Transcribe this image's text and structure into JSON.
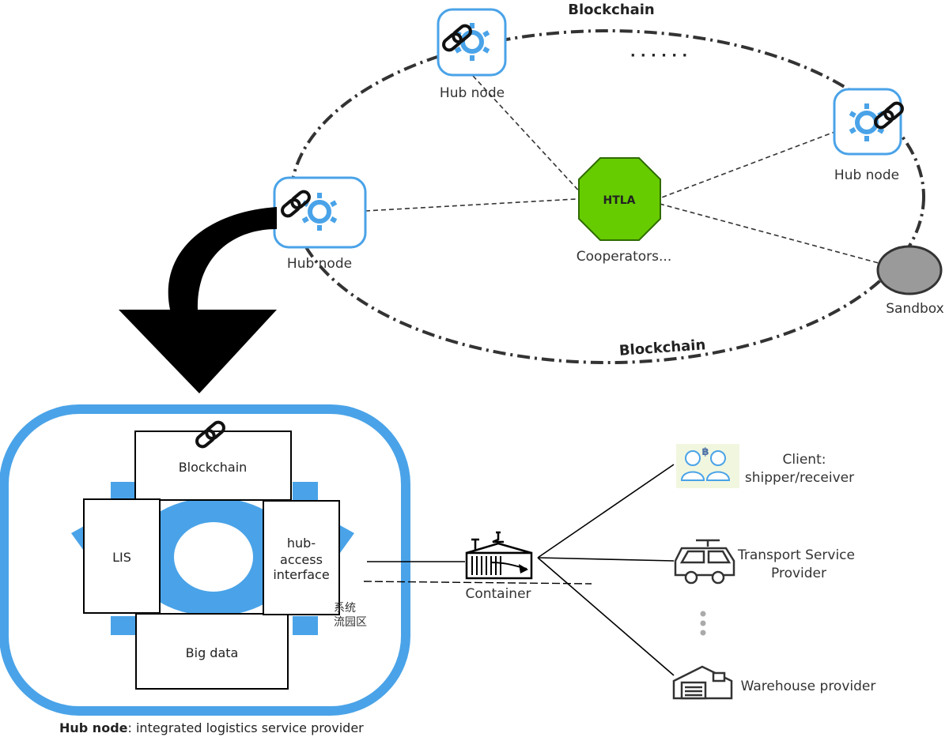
{
  "top": {
    "blockchain_label_top": "Blockchain",
    "blockchain_label_bottom": "Blockchain",
    "ellipsis": "· · · · · ·",
    "hub_nodes": [
      {
        "label": "Hub node"
      },
      {
        "label": "Hub node"
      },
      {
        "label": "Hub node"
      }
    ],
    "htla": {
      "label": "HTLA",
      "caption": "Cooperators..."
    },
    "sandbox": {
      "label": "Sandbox"
    }
  },
  "detail": {
    "blockchain_box": "Blockchain",
    "lis_box": "LIS",
    "hub_access_box": [
      "hub-",
      "access",
      "interface"
    ],
    "big_data_box": "Big data",
    "overlap_text": [
      "系统",
      "流园区"
    ]
  },
  "right": {
    "container": "Container",
    "client": [
      "Client:",
      "shipper/receiver"
    ],
    "transport": [
      "Transport Service",
      "Provider"
    ],
    "warehouse": "Warehouse provider"
  },
  "caption": {
    "bold": "Hub node",
    "rest": ": integrated logistics service provider"
  },
  "colors": {
    "hub_blue": "#4aa3e8",
    "htla_green": "#66cc00",
    "sandbox_gray": "#9a9a9a"
  }
}
